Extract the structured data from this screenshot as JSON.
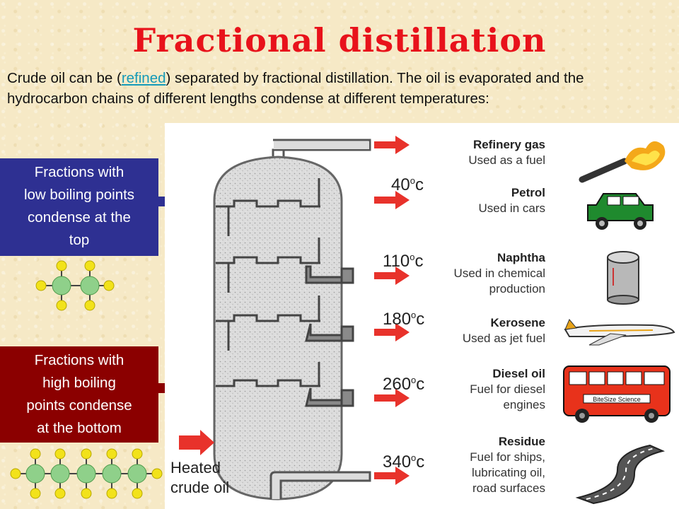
{
  "title": "Fractional distillation",
  "intro": {
    "before_link": "Crude oil can be (",
    "link": "refined",
    "after_link": ") separated by fractional distillation.  The oil is evaporated and the hydrocarbon chains of different lengths condense at different temperatures:"
  },
  "callouts": {
    "top": [
      "Fractions with",
      "low boiling points",
      "condense at the",
      "top"
    ],
    "bottom": [
      "Fractions with",
      "high boiling",
      "points condense",
      "at the bottom"
    ]
  },
  "input_label": [
    "Heated",
    "crude oil"
  ],
  "fractions": [
    {
      "name": "Refinery gas",
      "use": [
        "Used as a fuel"
      ],
      "temp": "",
      "icon": "flame-icon"
    },
    {
      "name": "Petrol",
      "use": [
        "Used in cars"
      ],
      "temp": "40",
      "icon": "car-icon"
    },
    {
      "name": "Naphtha",
      "use": [
        "Used in chemical",
        "production"
      ],
      "temp": "110",
      "icon": "drum-icon"
    },
    {
      "name": "Kerosene",
      "use": [
        "Used as jet fuel"
      ],
      "temp": "180",
      "icon": "plane-icon"
    },
    {
      "name": "Diesel oil",
      "use": [
        "Fuel for diesel",
        "engines"
      ],
      "temp": "260",
      "icon": "bus-icon"
    },
    {
      "name": "Residue",
      "use": [
        "Fuel for ships,",
        "lubricating oil,",
        "road surfaces"
      ],
      "temp": "340",
      "icon": "road-icon"
    }
  ],
  "degree_symbol": "o",
  "temp_unit": "c",
  "bus_sign": "BiteSize Science",
  "colors": {
    "title": "#e8121b",
    "callout_top": "#2e3092",
    "callout_bottom": "#8b0000",
    "arrow": "#e8322b",
    "link": "#159ab8",
    "atom_carbon": "#8fd08a",
    "atom_hydrogen": "#f2e21a"
  }
}
